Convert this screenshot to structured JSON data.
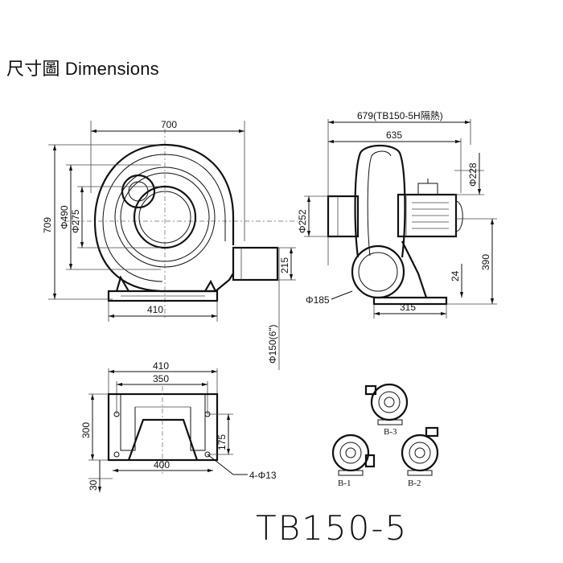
{
  "page": {
    "heading": "尺寸圖 Dimensions",
    "model": "TB150-5"
  },
  "front_view": {
    "width": "700",
    "height": "709",
    "dia_outer": "Φ490",
    "dia_inner": "Φ275",
    "base": "410",
    "outlet_h": "215",
    "outlet_dia": "Φ150(6\")"
  },
  "side_view": {
    "overall": "679(TB150-5H隔熱)",
    "length": "635",
    "dia_motor": "Φ228",
    "dia_inlet": "Φ252",
    "dia_port": "Φ185",
    "base": "315",
    "height": "390",
    "foot": "24"
  },
  "base_view": {
    "w_outer": "410",
    "w_holes": "350",
    "w_bottom": "400",
    "height": "300",
    "hole_span": "175",
    "foot": "30",
    "holes": "4-Φ13"
  },
  "orientations": {
    "b1": "B-1",
    "b2": "B-2",
    "b3": "B-3"
  }
}
